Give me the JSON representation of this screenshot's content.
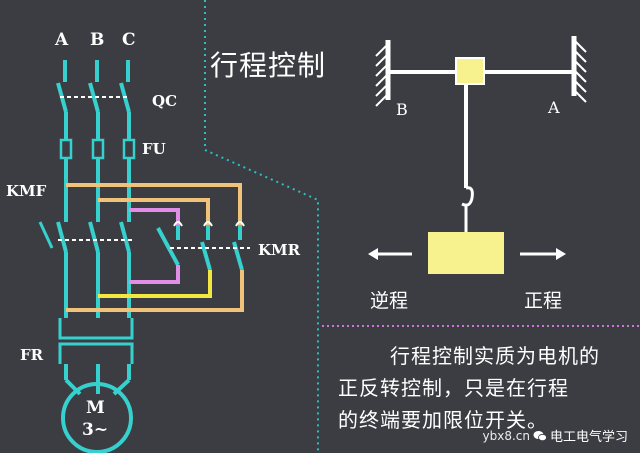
{
  "circuit": {
    "phases": [
      "A",
      "B",
      "C"
    ],
    "qc_label": "QC",
    "fu_label": "FU",
    "kmf_label": "KMF",
    "kmr_label": "KMR",
    "fr_label": "FR",
    "motor_label_line1": "M",
    "motor_label_line2": "3~"
  },
  "travel": {
    "title": "行程控制",
    "left_end_label": "B",
    "right_end_label": "A",
    "reverse_label": "逆程",
    "forward_label": "正程"
  },
  "note": {
    "lines": [
      "行程控制实质为电机的",
      "正反转控制，只是在行程",
      "的终端要加限位开关。"
    ]
  },
  "watermark": {
    "domain": "ybx8.cn",
    "channel": "电工电气学习"
  },
  "colors": {
    "background": "#3c3d42",
    "wire": "#36d1cf",
    "interlock_pink": "#e08ee6",
    "interlock_yellow": "#f2e641",
    "orange_wire": "#f0c27a",
    "slider": "#f7f18e",
    "divider": "#2bbfc0",
    "dotted_pink": "#c77ad3"
  }
}
